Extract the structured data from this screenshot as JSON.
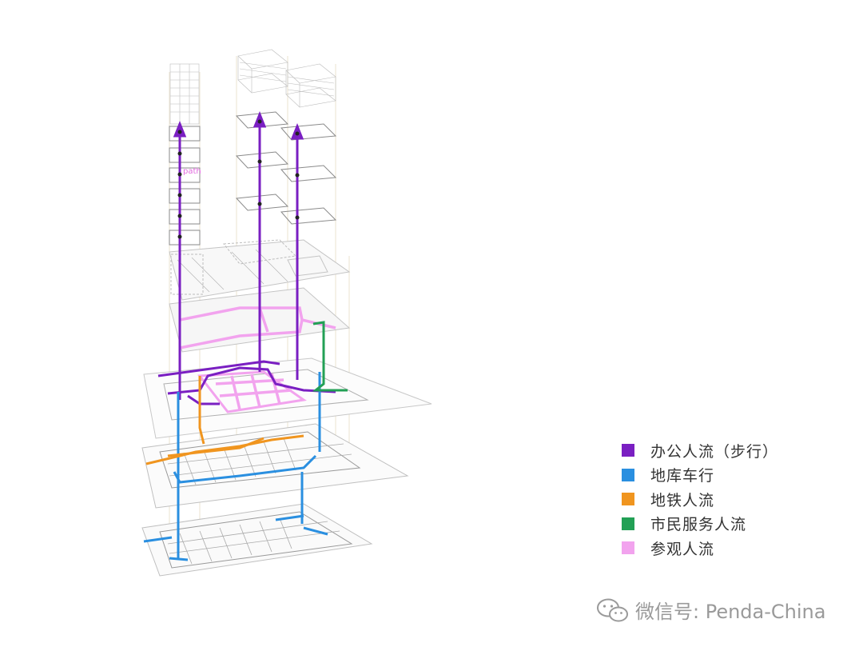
{
  "path_label": "path",
  "legend": {
    "items": [
      {
        "label": "办公人流（步行）",
        "color": "#7a1fc2"
      },
      {
        "label": "地库车行",
        "color": "#2a8fe0"
      },
      {
        "label": "地铁人流",
        "color": "#f0951f"
      },
      {
        "label": "市民服务人流",
        "color": "#22a055"
      },
      {
        "label": "参观人流",
        "color": "#f2a3ee"
      }
    ]
  },
  "watermark": {
    "text": "微信号: Penda-China",
    "icon": "wechat-icon"
  }
}
